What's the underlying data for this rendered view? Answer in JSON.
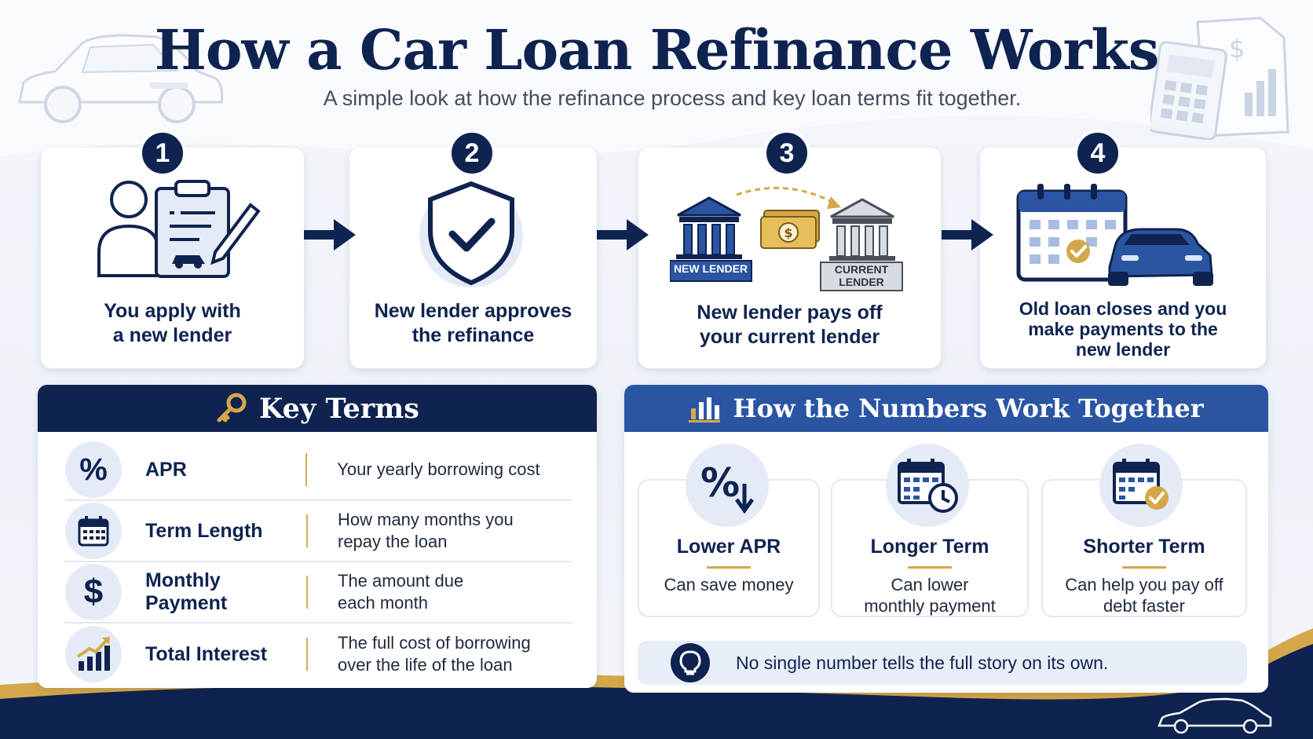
{
  "header": {
    "title": "How a Car Loan Refinance Works",
    "subtitle": "A simple look at how the refinance process and key loan terms fit together."
  },
  "steps": [
    {
      "number": "1",
      "text_line1": "You apply with",
      "text_line2": "a new lender",
      "icon": "application-clipboard-icon"
    },
    {
      "number": "2",
      "text_line1": "New lender approves",
      "text_line2": "the refinance",
      "icon": "shield-check-icon"
    },
    {
      "number": "3",
      "text_line1": "New lender pays off",
      "text_line2": "your current lender",
      "icon": "bank-transfer-icon",
      "new_lender_label": "NEW LENDER",
      "current_lender_line1": "CURRENT",
      "current_lender_line2": "LENDER"
    },
    {
      "number": "4",
      "text_line1": "Old loan closes and you",
      "text_line2": "make payments to the",
      "text_line3": "new lender",
      "icon": "calendar-car-icon"
    }
  ],
  "key_terms": {
    "title": "Key Terms",
    "icon": "key-icon",
    "rows": [
      {
        "name": "APR",
        "icon": "percent-icon",
        "desc_line1": "Your yearly borrowing cost",
        "desc_line2": ""
      },
      {
        "name": "Term Length",
        "icon": "calendar-icon",
        "desc_line1": "How many months you",
        "desc_line2": "repay the loan"
      },
      {
        "name": "Monthly Payment",
        "icon": "dollar-icon",
        "desc_line1": "The amount due",
        "desc_line2": "each month"
      },
      {
        "name": "Total Interest",
        "icon": "growth-chart-icon",
        "desc_line1": "The full cost of borrowing",
        "desc_line2": "over the life of the loan"
      }
    ]
  },
  "numbers": {
    "title": "How the Numbers Work Together",
    "icon": "bar-chart-icon",
    "cards": [
      {
        "title": "Lower APR",
        "desc_line1": "Can save money",
        "desc_line2": "",
        "icon": "percent-down-icon"
      },
      {
        "title": "Longer Term",
        "desc_line1": "Can lower",
        "desc_line2": "monthly payment",
        "icon": "calendar-clock-icon"
      },
      {
        "title": "Shorter Term",
        "desc_line1": "Can help you pay off",
        "desc_line2": "debt faster",
        "icon": "calendar-check-icon"
      }
    ],
    "tip": "No single number tells the full story on its own.",
    "tip_icon": "lightbulb-icon"
  },
  "colors": {
    "navy": "#0f2350",
    "blue": "#2a55a3",
    "gold": "#d4a84a",
    "light_blue": "#e5ebf6"
  }
}
